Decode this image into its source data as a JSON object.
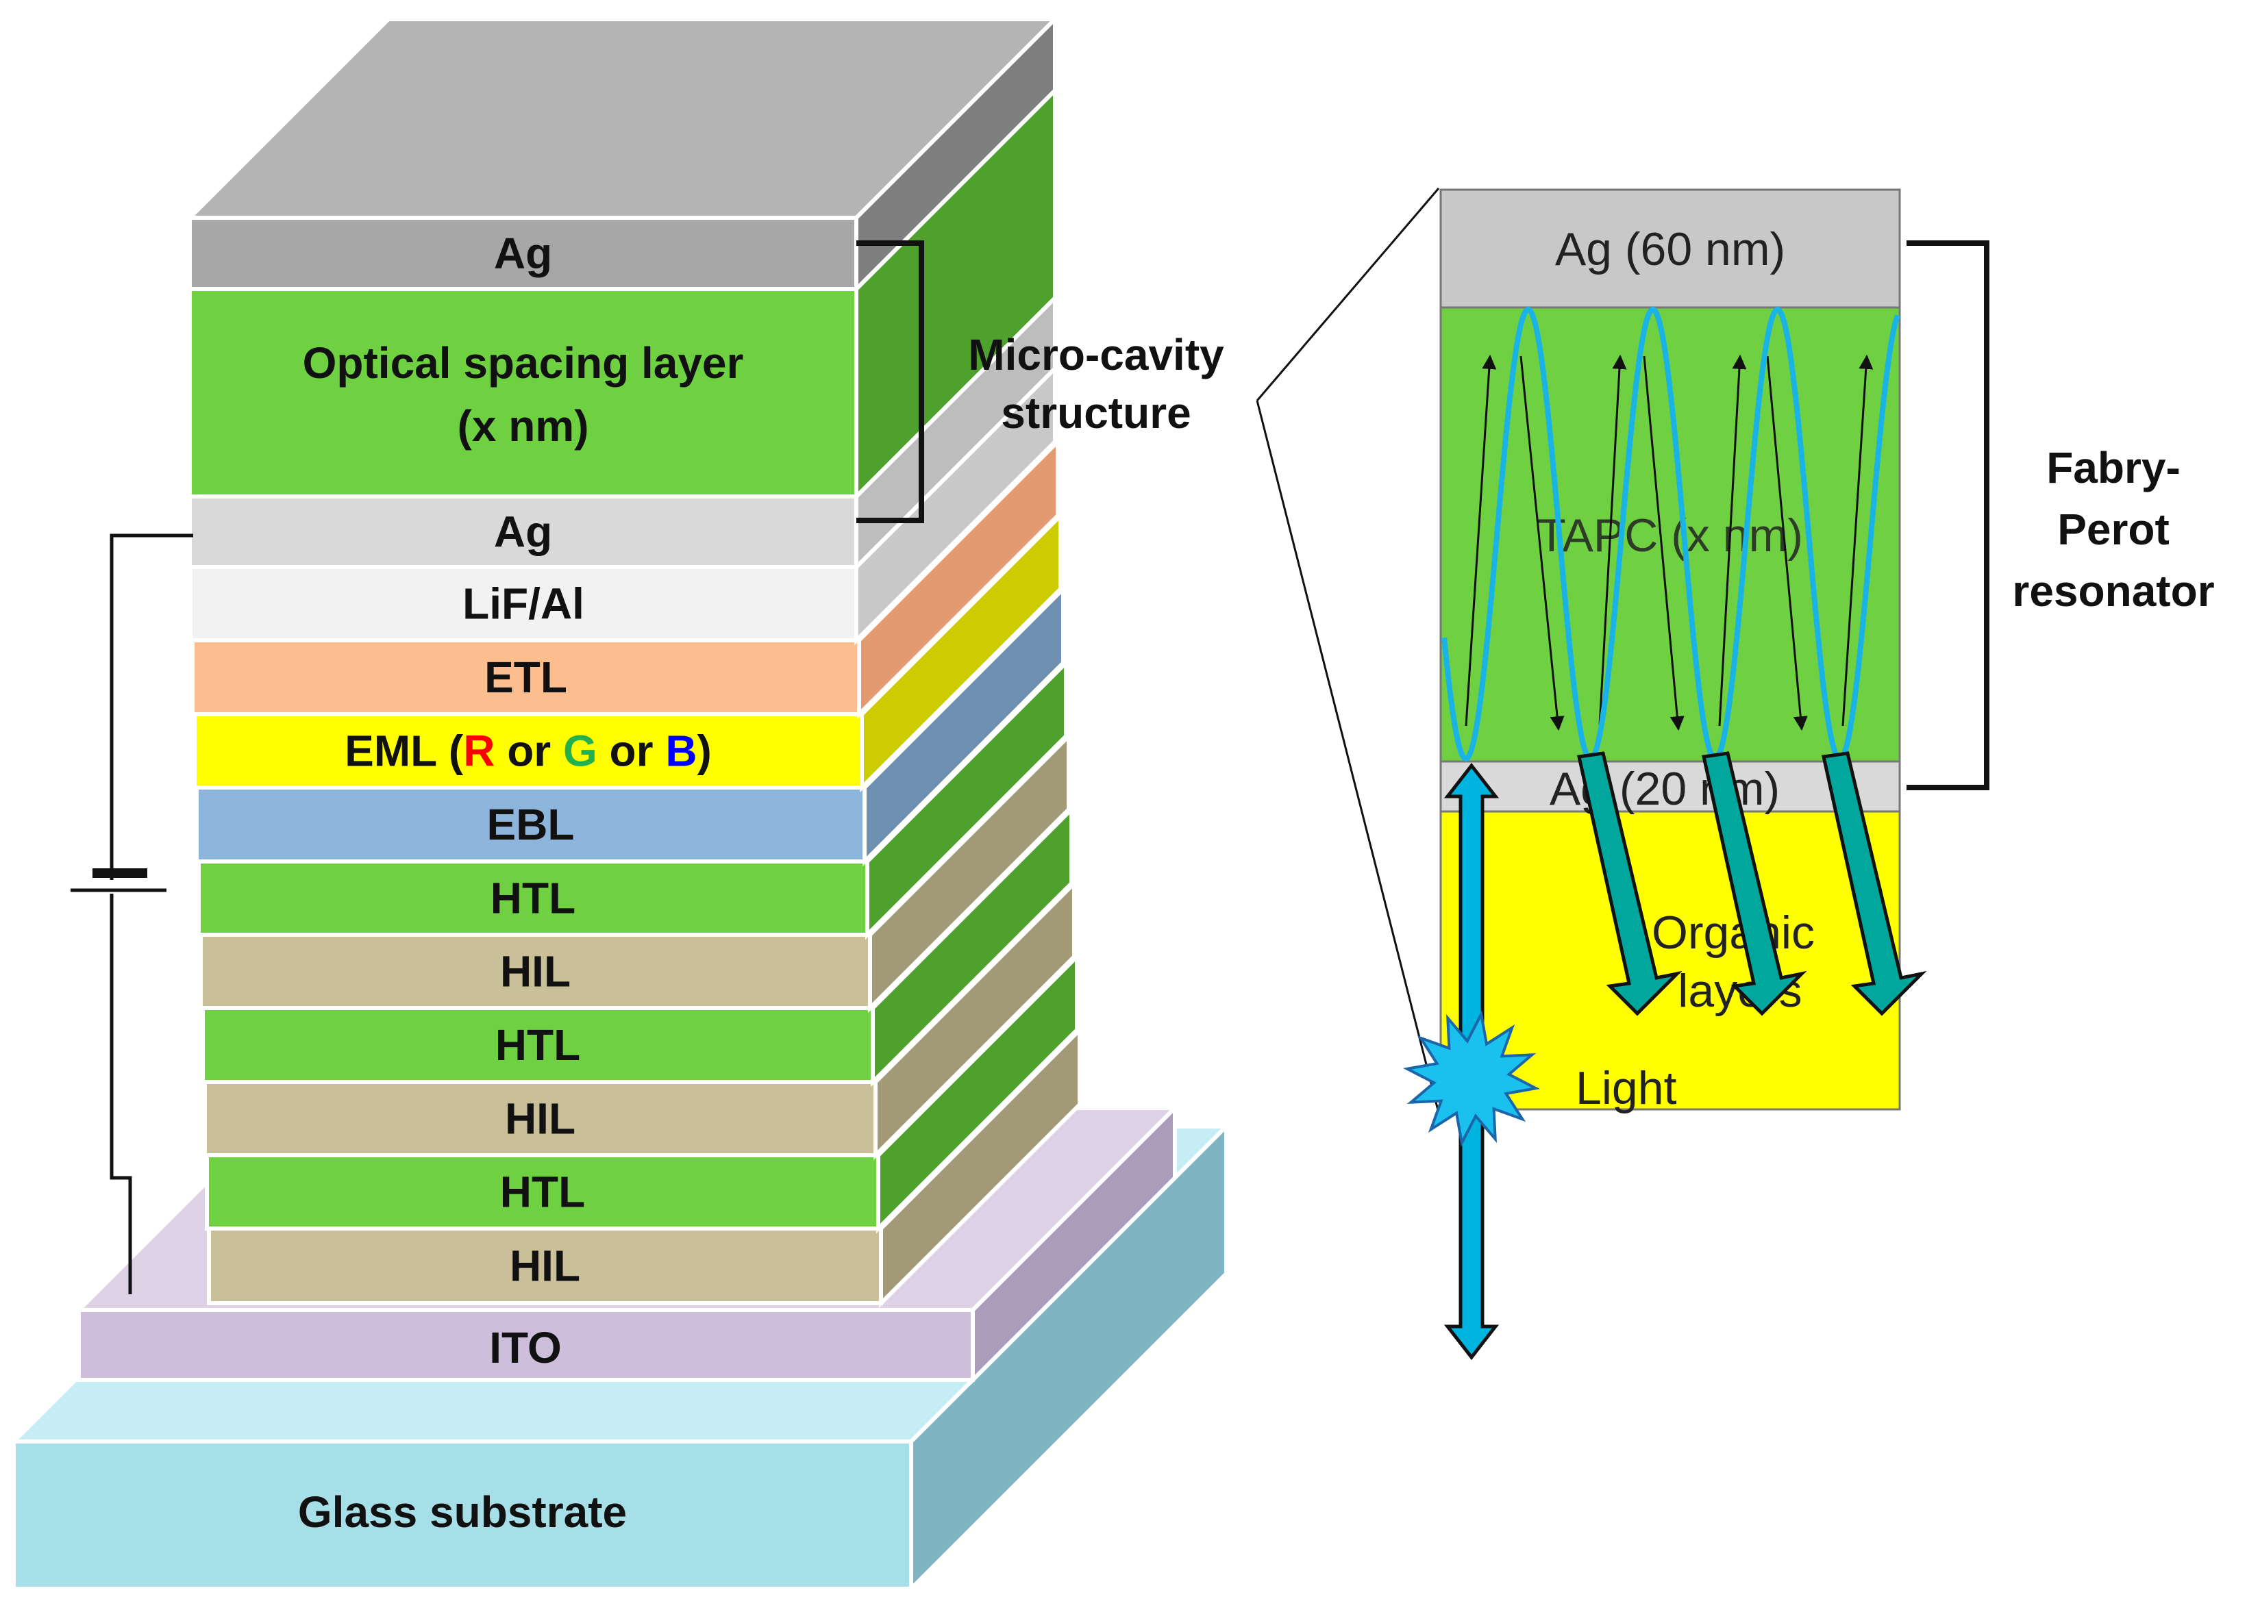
{
  "stack": {
    "layers": [
      {
        "label": "Ag",
        "face": "#a7a7a7",
        "side": "#7f7f7f"
      },
      {
        "label": "Optical spacing layer",
        "label2": "(x nm)",
        "face": "#6fd142",
        "side": "#4ea12d"
      },
      {
        "label": "Ag",
        "face": "#d9d9d9",
        "side": "#bdbdbd"
      },
      {
        "label": "LiF/Al",
        "face": "#f2f2f2",
        "side": "#c8c8c8"
      },
      {
        "label": "ETL",
        "face": "#fcbe8f",
        "side": "#e39a70"
      },
      {
        "label": "EML",
        "face": "#ffff00",
        "side": "#cccc00"
      },
      {
        "label": "EBL",
        "face": "#8db4da",
        "side": "#6f8fb0"
      },
      {
        "label": "HTL",
        "face": "#6fd142",
        "side": "#4ea12d"
      },
      {
        "label": "HIL",
        "face": "#c9bf98",
        "side": "#a39a78"
      },
      {
        "label": "HTL",
        "face": "#6fd142",
        "side": "#4ea12d"
      },
      {
        "label": "HIL",
        "face": "#c9bf98",
        "side": "#a39a78"
      },
      {
        "label": "HTL",
        "face": "#6fd142",
        "side": "#4ea12d"
      },
      {
        "label": "HIL",
        "face": "#c9bf98",
        "side": "#a39a78"
      }
    ],
    "eml_parts": {
      "prefix": "EML (",
      "r": "R",
      "r_color": "#ff0000",
      "or1": " or ",
      "g": "G",
      "g_color": "#22b14c",
      "or2": " or ",
      "b": "B",
      "b_color": "#0000ff",
      "suffix": ")"
    },
    "ito": {
      "label": "ITO",
      "face": "#cdbfdc",
      "side": "#ad9dbd"
    },
    "glass": {
      "label": "Glass substrate",
      "face": "#a7dfe9",
      "side": "#7fb5c2"
    },
    "cavity_label": [
      "Micro-cavity",
      "structure"
    ]
  },
  "resonator": {
    "top": "Ag (60 nm)",
    "middle": "TAPC (x nm)",
    "bottom": "Ag (20 nm)",
    "organic": [
      "Organic",
      "layers"
    ],
    "light": "Light",
    "side_label": [
      "Fabry-",
      "Perot",
      "resonator"
    ],
    "colors": {
      "ag": "#c8c8c8",
      "ag_thin": "#d9d9d9",
      "tapc": "#6fd142",
      "organic": "#ffff00",
      "arrow": "#00b4e0",
      "arrow_dark": "#00a79d",
      "wave": "#1ab3e6",
      "burst": "#1ac0ee"
    }
  }
}
